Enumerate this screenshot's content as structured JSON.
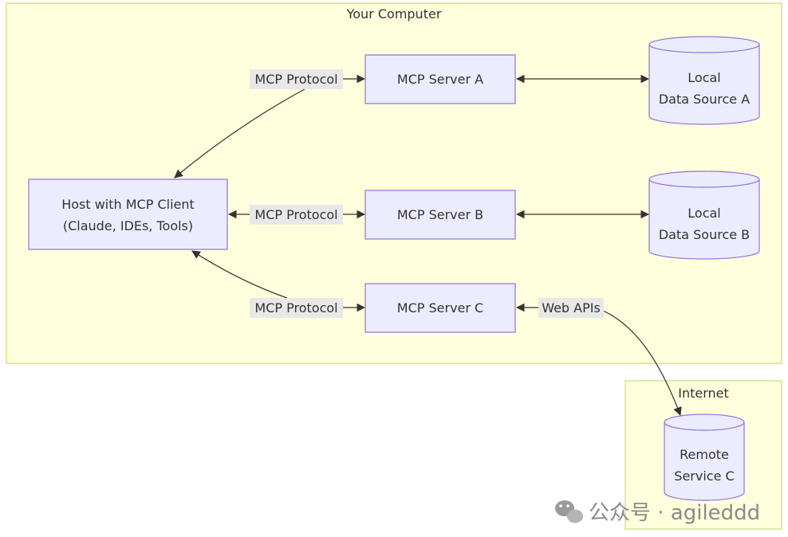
{
  "colors": {
    "cluster_fill": "#ffffde",
    "cluster_stroke": "#d6d67a",
    "node_fill": "#ececff",
    "node_stroke": "#9370db",
    "edge": "#333333",
    "edge_label_bg": "#e8e8e8",
    "text": "#333333"
  },
  "clusters": {
    "computer": {
      "title": "Your Computer"
    },
    "internet": {
      "title": "Internet"
    }
  },
  "nodes": {
    "host": {
      "line1": "Host with MCP Client",
      "line2": "(Claude, IDEs, Tools)"
    },
    "server_a": {
      "label": "MCP Server A"
    },
    "server_b": {
      "label": "MCP Server B"
    },
    "server_c": {
      "label": "MCP Server C"
    },
    "source_a": {
      "line1": "Local",
      "line2": "Data Source A"
    },
    "source_b": {
      "line1": "Local",
      "line2": "Data Source B"
    },
    "remote_c": {
      "line1": "Remote",
      "line2": "Service C"
    }
  },
  "edges": {
    "host_a": {
      "label": "MCP Protocol"
    },
    "host_b": {
      "label": "MCP Protocol"
    },
    "host_c": {
      "label": "MCP Protocol"
    },
    "c_remote": {
      "label": "Web APIs"
    }
  },
  "watermark": {
    "icon": "wechat-icon",
    "text": "公众号 · agileddd"
  }
}
